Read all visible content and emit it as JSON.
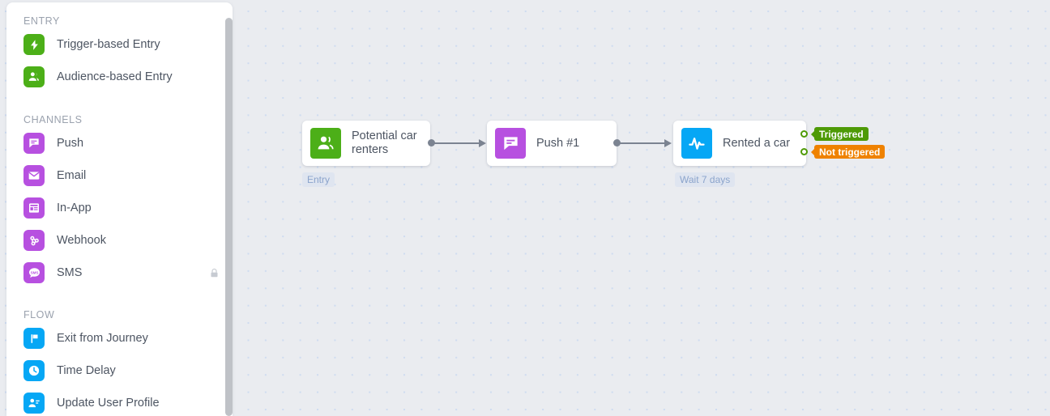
{
  "sidebar": {
    "sections": [
      {
        "header": "ENTRY",
        "items": [
          {
            "label": "Trigger-based Entry",
            "icon": "lightning-icon",
            "color": "#4caf18",
            "locked": false
          },
          {
            "label": "Audience-based Entry",
            "icon": "users-icon",
            "color": "#4caf18",
            "locked": false
          }
        ]
      },
      {
        "header": "CHANNELS",
        "items": [
          {
            "label": "Push",
            "icon": "push-message-icon",
            "color": "#b750e0",
            "locked": false
          },
          {
            "label": "Email",
            "icon": "envelope-icon",
            "color": "#b750e0",
            "locked": false
          },
          {
            "label": "In-App",
            "icon": "in-app-icon",
            "color": "#b750e0",
            "locked": false
          },
          {
            "label": "Webhook",
            "icon": "webhook-icon",
            "color": "#b750e0",
            "locked": false
          },
          {
            "label": "SMS",
            "icon": "sms-bubble-icon",
            "color": "#b750e0",
            "locked": true
          }
        ]
      },
      {
        "header": "FLOW",
        "items": [
          {
            "label": "Exit from Journey",
            "icon": "flag-icon",
            "color": "#06a7f5",
            "locked": false
          },
          {
            "label": "Time Delay",
            "icon": "clock-icon",
            "color": "#06a7f5",
            "locked": false
          },
          {
            "label": "Update User Profile",
            "icon": "user-edit-icon",
            "color": "#06a7f5",
            "locked": false
          }
        ]
      }
    ],
    "lock_icon": "lock-icon",
    "scrollbar": "sidebar-scrollbar"
  },
  "canvas": {
    "nodes": [
      {
        "title": "Potential car renters",
        "icon": "users-icon",
        "icon_color": "#4caf18",
        "caption": "Entry"
      },
      {
        "title": "Push #1",
        "icon": "push-message-icon",
        "icon_color": "#b750e0",
        "caption": ""
      },
      {
        "title": "Rented a car",
        "icon": "activity-pulse-icon",
        "icon_color": "#06a7f5",
        "caption": "Wait 7 days"
      }
    ],
    "branches": [
      {
        "label": "Triggered",
        "color": "#4e9a06"
      },
      {
        "label": "Not triggered",
        "color": "#ef8200"
      }
    ]
  }
}
